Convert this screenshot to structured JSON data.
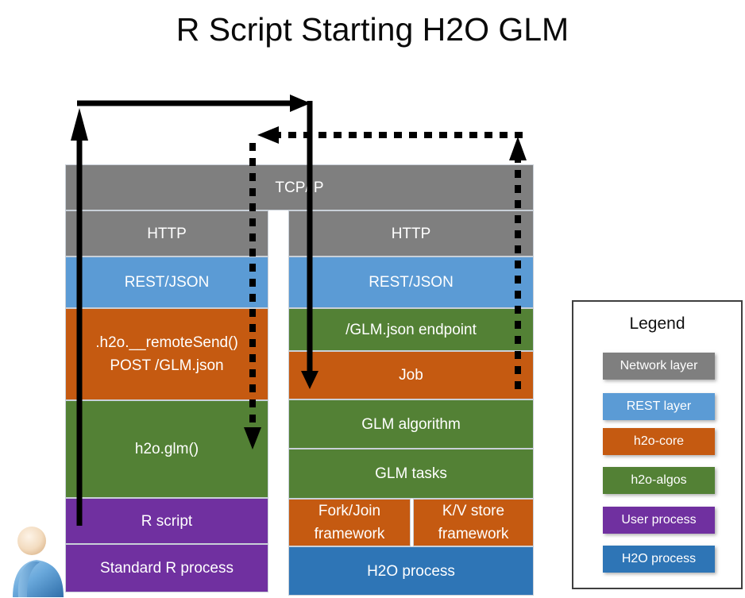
{
  "title": "R Script Starting H2O GLM",
  "colors": {
    "network_layer": "#7F7F7F",
    "rest_layer": "#5B9BD5",
    "h2o_core": "#C55A11",
    "h2o_algos": "#538135",
    "user_process": "#7030A0",
    "h2o_process": "#2E75B6"
  },
  "stack": {
    "tcp": "TCP/IP",
    "left": {
      "http": "HTTP",
      "rest": "REST/JSON",
      "remote_send_line1": ".h2o.__remoteSend()",
      "remote_send_line2": "POST /GLM.json",
      "h2o_glm": "h2o.glm()",
      "r_script": "R script",
      "standard_r_process": "Standard R process"
    },
    "right": {
      "http": "HTTP",
      "rest": "REST/JSON",
      "glm_endpoint": "/GLM.json endpoint",
      "job": "Job",
      "glm_algorithm": "GLM algorithm",
      "glm_tasks": "GLM tasks",
      "fork_join": "Fork/Join framework",
      "kv_store": "K/V store framework",
      "h2o_process": "H2O process"
    }
  },
  "legend": {
    "title": "Legend",
    "items": [
      {
        "label": "Network layer",
        "color": "#7F7F7F"
      },
      {
        "label": "REST layer",
        "color": "#5B9BD5"
      },
      {
        "label": "h2o-core",
        "color": "#C55A11"
      },
      {
        "label": "h2o-algos",
        "color": "#538135"
      },
      {
        "label": "User process",
        "color": "#7030A0"
      },
      {
        "label": "H2O process",
        "color": "#2E75B6"
      }
    ]
  }
}
